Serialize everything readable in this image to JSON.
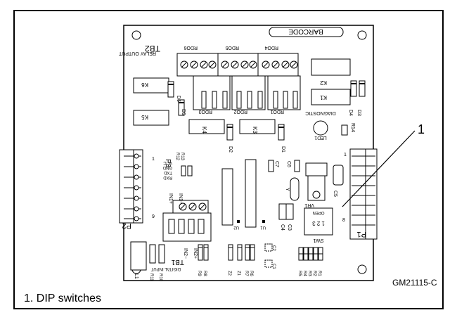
{
  "figure": {
    "callout_number": "1",
    "figure_id": "GM21115-C",
    "caption": "1. DIP switches"
  },
  "board": {
    "barcode_label": "BARCODE",
    "terminals": {
      "tb2": "TB2",
      "tb2_sub": "RELAY OUTPUT",
      "tb1": "TB1",
      "tb1_sub": "DIGITAL INPUT",
      "p1": "P1",
      "p2": "P2",
      "p3": "P3"
    },
    "relays": {
      "rdo6": "RDO6",
      "rdo5": "RDO5",
      "rdo4": "RDO4",
      "rdo3": "RDO3",
      "rdo2": "RDO2",
      "rdo1": "RDO1"
    },
    "coils": {
      "k1": "K1",
      "k2": "K2",
      "k3": "K3",
      "k4": "K4",
      "k5": "K5",
      "k6": "K6"
    },
    "diodes": {
      "d1": "D1",
      "d2": "D2",
      "d3": "D3",
      "d4": "D4",
      "d5": "D5",
      "d6": "D6"
    },
    "leds": {
      "led1": "LED1",
      "diagnostic": "DIAGNOSTIC"
    },
    "resistors": {
      "r1": "R1",
      "r2": "R2",
      "r3": "R3",
      "r4": "R4",
      "r5": "R5",
      "r6": "R6",
      "r7": "R7",
      "r8": "R8",
      "r9": "R9",
      "r10": "R10",
      "r11": "R11",
      "r12": "R12",
      "r13": "R13",
      "r14": "R14"
    },
    "caps": {
      "c1": "C1",
      "c2": "C2",
      "c3": "C3",
      "c4": "C4",
      "c5": "C5",
      "c6": "C6",
      "c7": "C7"
    },
    "misc": {
      "u1": "U1",
      "u2": "U2",
      "vr1": "VR1",
      "y": "Y",
      "sw1": "SW1",
      "sw_open": "OPEN",
      "sw_nums": "1 2 3",
      "l1": "L1",
      "z1": "Z1",
      "z2": "Z2"
    },
    "p3_pins": [
      "VCC",
      "GND",
      "TXD",
      "RXD"
    ],
    "pin_numbers": {
      "one": "1",
      "nine": "9",
      "eight": "8"
    },
    "inputs": {
      "in1_minus": "IN1−",
      "in1_plus": "IN1+",
      "in2_minus": "IN2−",
      "in2_plus": "IN2+"
    }
  }
}
